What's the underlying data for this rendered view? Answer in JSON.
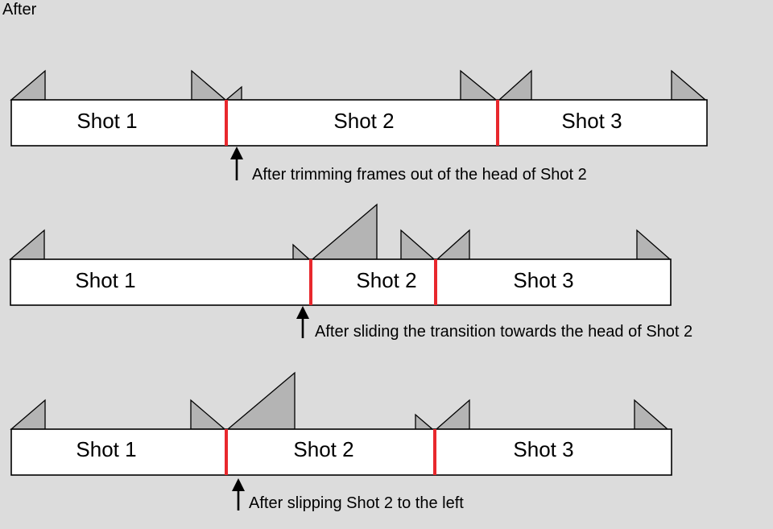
{
  "header": {
    "title": "After"
  },
  "rows": [
    {
      "shots": [
        "Shot 1",
        "Shot 2",
        "Shot 3"
      ],
      "caption": "After trimming frames out of the head of Shot 2"
    },
    {
      "shots": [
        "Shot 1",
        "Shot 2",
        "Shot 3"
      ],
      "caption": "After sliding the transition towards the head of Shot 2"
    },
    {
      "shots": [
        "Shot 1",
        "Shot 2",
        "Shot 3"
      ],
      "caption": "After slipping Shot 2 to the left"
    }
  ],
  "colors": {
    "background": "#dcdcdc",
    "strip": "#ffffff",
    "ramp": "#b4b4b4",
    "cut_marker": "#e8282d",
    "arrow": "#000000"
  }
}
